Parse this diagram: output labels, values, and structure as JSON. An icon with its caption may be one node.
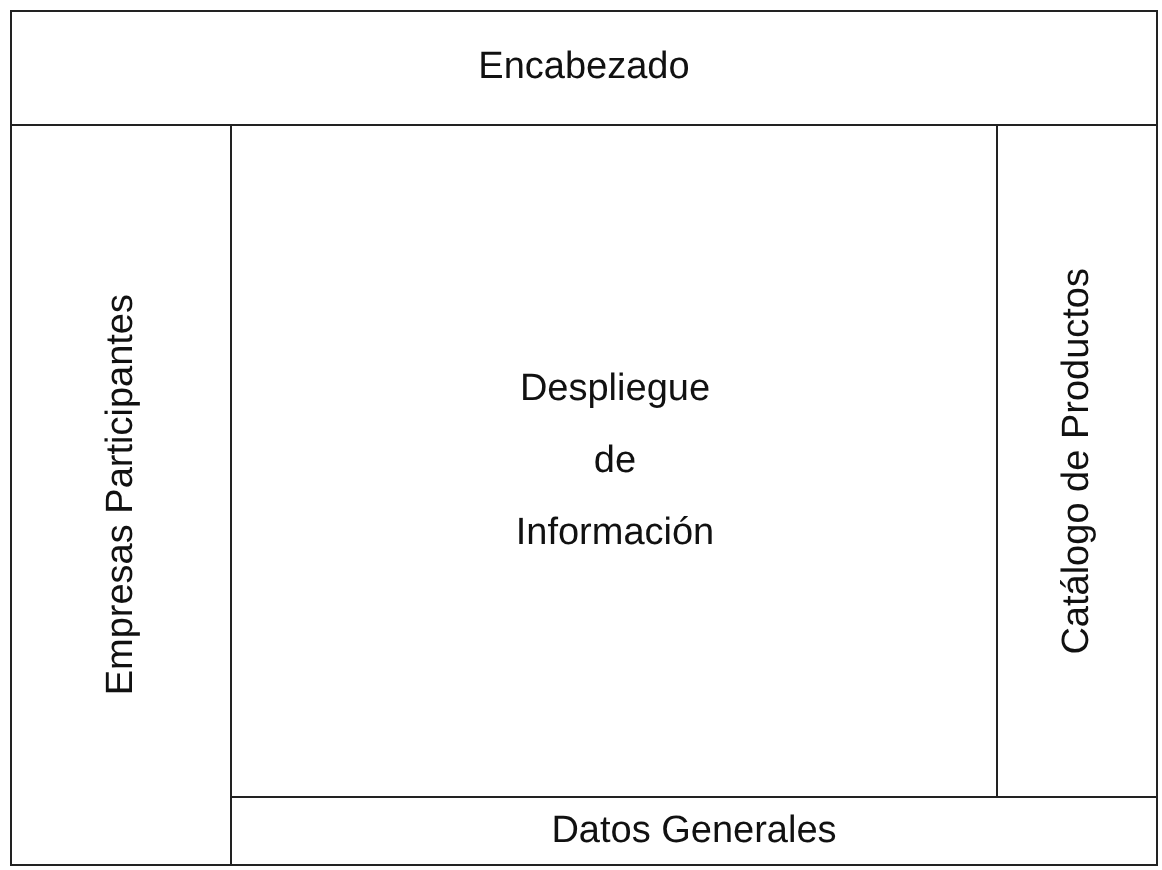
{
  "diagram": {
    "nodes": [
      {
        "text": [
          "Encabezado"
        ]
      },
      {
        "text": [
          "Empresas Participantes"
        ]
      },
      {
        "text": [
          "Despliegue de Información"
        ]
      },
      {
        "text": [
          "Catálogo de Productos"
        ]
      },
      {
        "text": [
          "Datos Generales"
        ]
      }
    ]
  }
}
